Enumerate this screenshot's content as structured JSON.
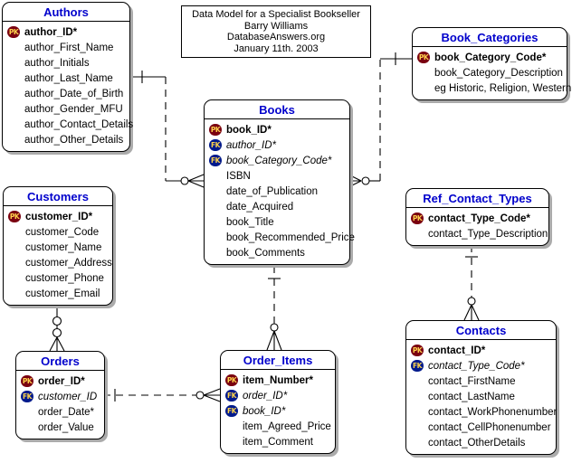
{
  "note": {
    "lines": [
      "Data Model for a Specialist Bookseller",
      "Barry Williams",
      "DatabaseAnswers.org",
      "January 11th. 2003"
    ]
  },
  "badges": {
    "pk": "PK",
    "fk": "FK"
  },
  "colors": {
    "entity_title_text": "#0000cc",
    "pk_badge_bg": "#7a0010",
    "fk_badge_bg": "#001a8c",
    "badge_text": "#ffd24d",
    "line": "#000000",
    "shadow": "#ababab"
  },
  "entities": [
    {
      "id": "authors",
      "title": "Authors",
      "fields": [
        {
          "badge": "PK",
          "text": "author_ID*",
          "style": "pk"
        },
        {
          "badge": null,
          "text": "author_First_Name",
          "style": "plain"
        },
        {
          "badge": null,
          "text": "author_Initials",
          "style": "plain"
        },
        {
          "badge": null,
          "text": "author_Last_Name",
          "style": "plain"
        },
        {
          "badge": null,
          "text": "author_Date_of_Birth",
          "style": "plain"
        },
        {
          "badge": null,
          "text": "author_Gender_MFU",
          "style": "plain"
        },
        {
          "badge": null,
          "text": "author_Contact_Details",
          "style": "plain"
        },
        {
          "badge": null,
          "text": "author_Other_Details",
          "style": "plain"
        }
      ]
    },
    {
      "id": "book_categories",
      "title": "Book_Categories",
      "fields": [
        {
          "badge": "PK",
          "text": "book_Category_Code*",
          "style": "pk"
        },
        {
          "badge": null,
          "text": "book_Category_Description",
          "style": "plain"
        },
        {
          "badge": null,
          "text": "eg Historic, Religion, Western",
          "style": "plain"
        }
      ]
    },
    {
      "id": "books",
      "title": "Books",
      "fields": [
        {
          "badge": "PK",
          "text": "book_ID*",
          "style": "pk"
        },
        {
          "badge": "FK",
          "text": "author_ID*",
          "style": "fk"
        },
        {
          "badge": "FK",
          "text": "book_Category_Code*",
          "style": "fk"
        },
        {
          "badge": null,
          "text": "ISBN",
          "style": "plain"
        },
        {
          "badge": null,
          "text": "date_of_Publication",
          "style": "plain"
        },
        {
          "badge": null,
          "text": "date_Acquired",
          "style": "plain"
        },
        {
          "badge": null,
          "text": "book_Title",
          "style": "plain"
        },
        {
          "badge": null,
          "text": "book_Recommended_Price",
          "style": "plain"
        },
        {
          "badge": null,
          "text": "book_Comments",
          "style": "plain"
        }
      ]
    },
    {
      "id": "ref_contact_types",
      "title": "Ref_Contact_Types",
      "fields": [
        {
          "badge": "PK",
          "text": "contact_Type_Code*",
          "style": "pk"
        },
        {
          "badge": null,
          "text": "contact_Type_Description",
          "style": "plain"
        }
      ]
    },
    {
      "id": "customers",
      "title": "Customers",
      "fields": [
        {
          "badge": "PK",
          "text": "customer_ID*",
          "style": "pk"
        },
        {
          "badge": null,
          "text": "customer_Code",
          "style": "plain"
        },
        {
          "badge": null,
          "text": "customer_Name",
          "style": "plain"
        },
        {
          "badge": null,
          "text": "customer_Address",
          "style": "plain"
        },
        {
          "badge": null,
          "text": "customer_Phone",
          "style": "plain"
        },
        {
          "badge": null,
          "text": "customer_Email",
          "style": "plain"
        }
      ]
    },
    {
      "id": "orders",
      "title": "Orders",
      "fields": [
        {
          "badge": "PK",
          "text": "order_ID*",
          "style": "pk"
        },
        {
          "badge": "FK",
          "text": "customer_ID",
          "style": "fk"
        },
        {
          "badge": null,
          "text": "order_Date*",
          "style": "plain"
        },
        {
          "badge": null,
          "text": "order_Value",
          "style": "plain"
        }
      ]
    },
    {
      "id": "order_items",
      "title": "Order_Items",
      "fields": [
        {
          "badge": "PK",
          "text": "item_Number*",
          "style": "pk"
        },
        {
          "badge": "FK",
          "text": "order_ID*",
          "style": "fk"
        },
        {
          "badge": "FK",
          "text": "book_ID*",
          "style": "fk"
        },
        {
          "badge": null,
          "text": "item_Agreed_Price",
          "style": "plain"
        },
        {
          "badge": null,
          "text": "item_Comment",
          "style": "plain"
        }
      ]
    },
    {
      "id": "contacts",
      "title": "Contacts",
      "fields": [
        {
          "badge": "PK",
          "text": "contact_ID*",
          "style": "pk"
        },
        {
          "badge": "FK",
          "text": "contact_Type_Code*",
          "style": "fk"
        },
        {
          "badge": null,
          "text": "contact_FirstName",
          "style": "plain"
        },
        {
          "badge": null,
          "text": "contact_LastName",
          "style": "plain"
        },
        {
          "badge": null,
          "text": "contact_WorkPhonenumber",
          "style": "plain"
        },
        {
          "badge": null,
          "text": "contact_CellPhonenumber",
          "style": "plain"
        },
        {
          "badge": null,
          "text": "contact_OtherDetails",
          "style": "plain"
        }
      ]
    }
  ],
  "relationships": [
    {
      "parent": "Authors",
      "child": "Books",
      "parent_end": "one",
      "child_end": "zero-or-many",
      "line": "dashed"
    },
    {
      "parent": "Book_Categories",
      "child": "Books",
      "parent_end": "one",
      "child_end": "zero-or-many",
      "line": "dashed"
    },
    {
      "parent": "Customers",
      "child": "Orders",
      "parent_end": "zero",
      "child_end": "zero-or-many",
      "line": "solid"
    },
    {
      "parent": "Orders",
      "child": "Order_Items",
      "parent_end": "one",
      "child_end": "zero-or-many",
      "line": "dashed"
    },
    {
      "parent": "Books",
      "child": "Order_Items",
      "parent_end": "one",
      "child_end": "zero-or-many",
      "line": "dashed"
    },
    {
      "parent": "Ref_Contact_Types",
      "child": "Contacts",
      "parent_end": "one",
      "child_end": "zero-or-many",
      "line": "dashed"
    }
  ]
}
